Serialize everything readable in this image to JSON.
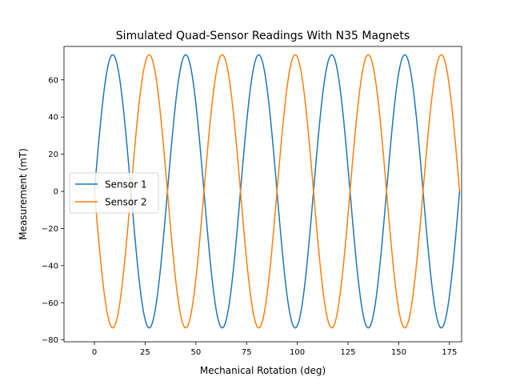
{
  "chart_data": {
    "type": "line",
    "title": "Simulated Quad-Sensor Readings With N35 Magnets",
    "xlabel": "Mechanical Rotation (deg)",
    "ylabel": "Measurement (mT)",
    "xlim": [
      -15,
      181
    ],
    "ylim": [
      -81,
      78
    ],
    "xticks": [
      0,
      25,
      50,
      75,
      100,
      125,
      150,
      175
    ],
    "yticks": [
      -80,
      -60,
      -40,
      -20,
      0,
      20,
      40,
      60
    ],
    "grid": false,
    "legend": "center-left",
    "x": [
      0,
      180
    ],
    "series": [
      {
        "name": "Sensor 1",
        "color": "#1f77b4",
        "amplitude_mT": 73.5,
        "period_deg": 36,
        "phase_deg": 0
      },
      {
        "name": "Sensor 2",
        "color": "#ff7f0e",
        "amplitude_mT": 73.5,
        "period_deg": 36,
        "phase_deg": 180
      }
    ]
  }
}
